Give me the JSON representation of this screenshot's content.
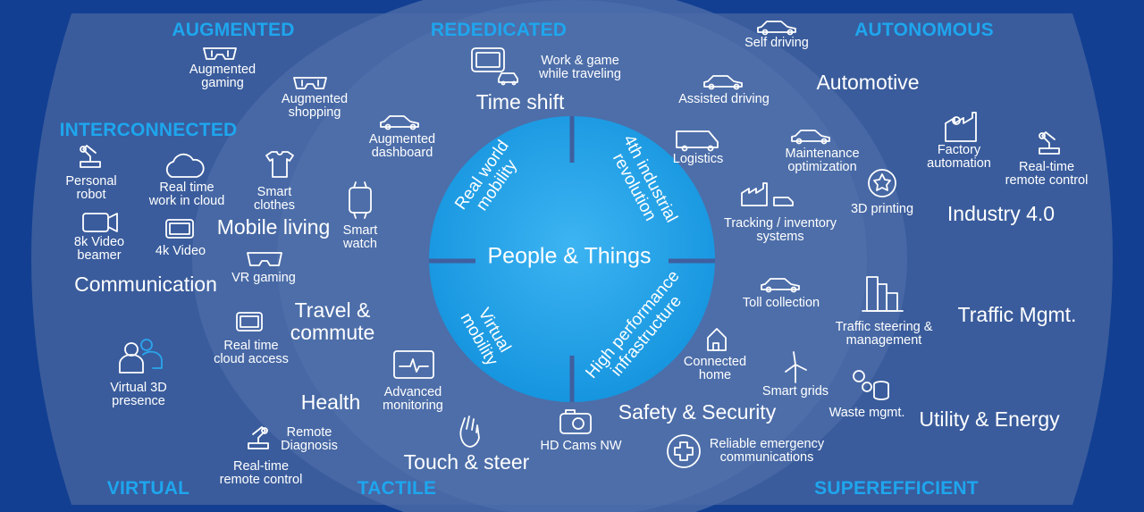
{
  "headings": {
    "augmented": "AUGMENTED",
    "rededicated": "REDEDICATED",
    "autonomous": "AUTONOMOUS",
    "interconnected": "INTERCONNECTED",
    "virtual": "VIRTUAL",
    "tactile": "TACTILE",
    "superefficient": "SUPEREFFICIENT"
  },
  "center": {
    "title": "People & Things",
    "wedges": {
      "real_world": [
        "Real world",
        "mobility"
      ],
      "industrial": [
        "4th industrial",
        "revolution"
      ],
      "virtual": [
        "Virtual",
        "mobility"
      ],
      "infrastructure": [
        "High performance",
        "infrastructure"
      ]
    }
  },
  "categories": {
    "time_shift": "Time shift",
    "automotive": "Automotive",
    "mobile_living": "Mobile living",
    "communication": "Communication",
    "industry": "Industry 4.0",
    "travel": [
      "Travel &",
      "commute"
    ],
    "traffic": "Traffic Mgmt.",
    "health": "Health",
    "safety": "Safety & Security",
    "touch": "Touch & steer",
    "utility": "Utility & Energy"
  },
  "items": {
    "augmented_gaming": [
      "Augmented",
      "gaming"
    ],
    "augmented_shopping": [
      "Augmented",
      "shopping"
    ],
    "augmented_dashboard": [
      "Augmented",
      "dashboard"
    ],
    "work_game": [
      "Work & game",
      "while traveling"
    ],
    "self_driving": [
      "Self driving"
    ],
    "assisted_driving": [
      "Assisted driving"
    ],
    "logistics": [
      "Logistics"
    ],
    "maintenance": [
      "Maintenance",
      "optimization"
    ],
    "factory": [
      "Factory",
      "automation"
    ],
    "realtime_remote_right": [
      "Real-time",
      "remote control"
    ],
    "personal_robot": [
      "Personal",
      "robot"
    ],
    "realtime_cloud": [
      "Real time",
      "work in cloud"
    ],
    "smart_clothes": [
      "Smart",
      "clothes"
    ],
    "smart_watch": [
      "Smart",
      "watch"
    ],
    "video_beamer": [
      "8k Video",
      "beamer"
    ],
    "video_4k": [
      "4k Video"
    ],
    "vr_gaming": [
      "VR gaming"
    ],
    "tracking": [
      "Tracking / inventory",
      "systems"
    ],
    "printing": [
      "3D printing"
    ],
    "toll": [
      "Toll collection"
    ],
    "traffic_steering": [
      "Traffic steering &",
      "management"
    ],
    "cloud_access": [
      "Real time",
      "cloud access"
    ],
    "virtual_3d": [
      "Virtual 3D",
      "presence"
    ],
    "connected_home": [
      "Connected",
      "home"
    ],
    "advanced_monitoring": [
      "Advanced",
      "monitoring"
    ],
    "smart_grids": [
      "Smart grids"
    ],
    "waste": [
      "Waste mgmt."
    ],
    "remote_diagnosis": [
      "Remote",
      "Diagnosis"
    ],
    "realtime_remote_left": [
      "Real-time",
      "remote control"
    ],
    "hd_cams": [
      "HD Cams NW"
    ],
    "reliable_emergency": [
      "Reliable emergency",
      "communications"
    ]
  },
  "colors": {
    "background": "#123f92",
    "heading": "#1ea6ee",
    "center_circle": "#1b9ee6",
    "text": "#ffffff"
  }
}
